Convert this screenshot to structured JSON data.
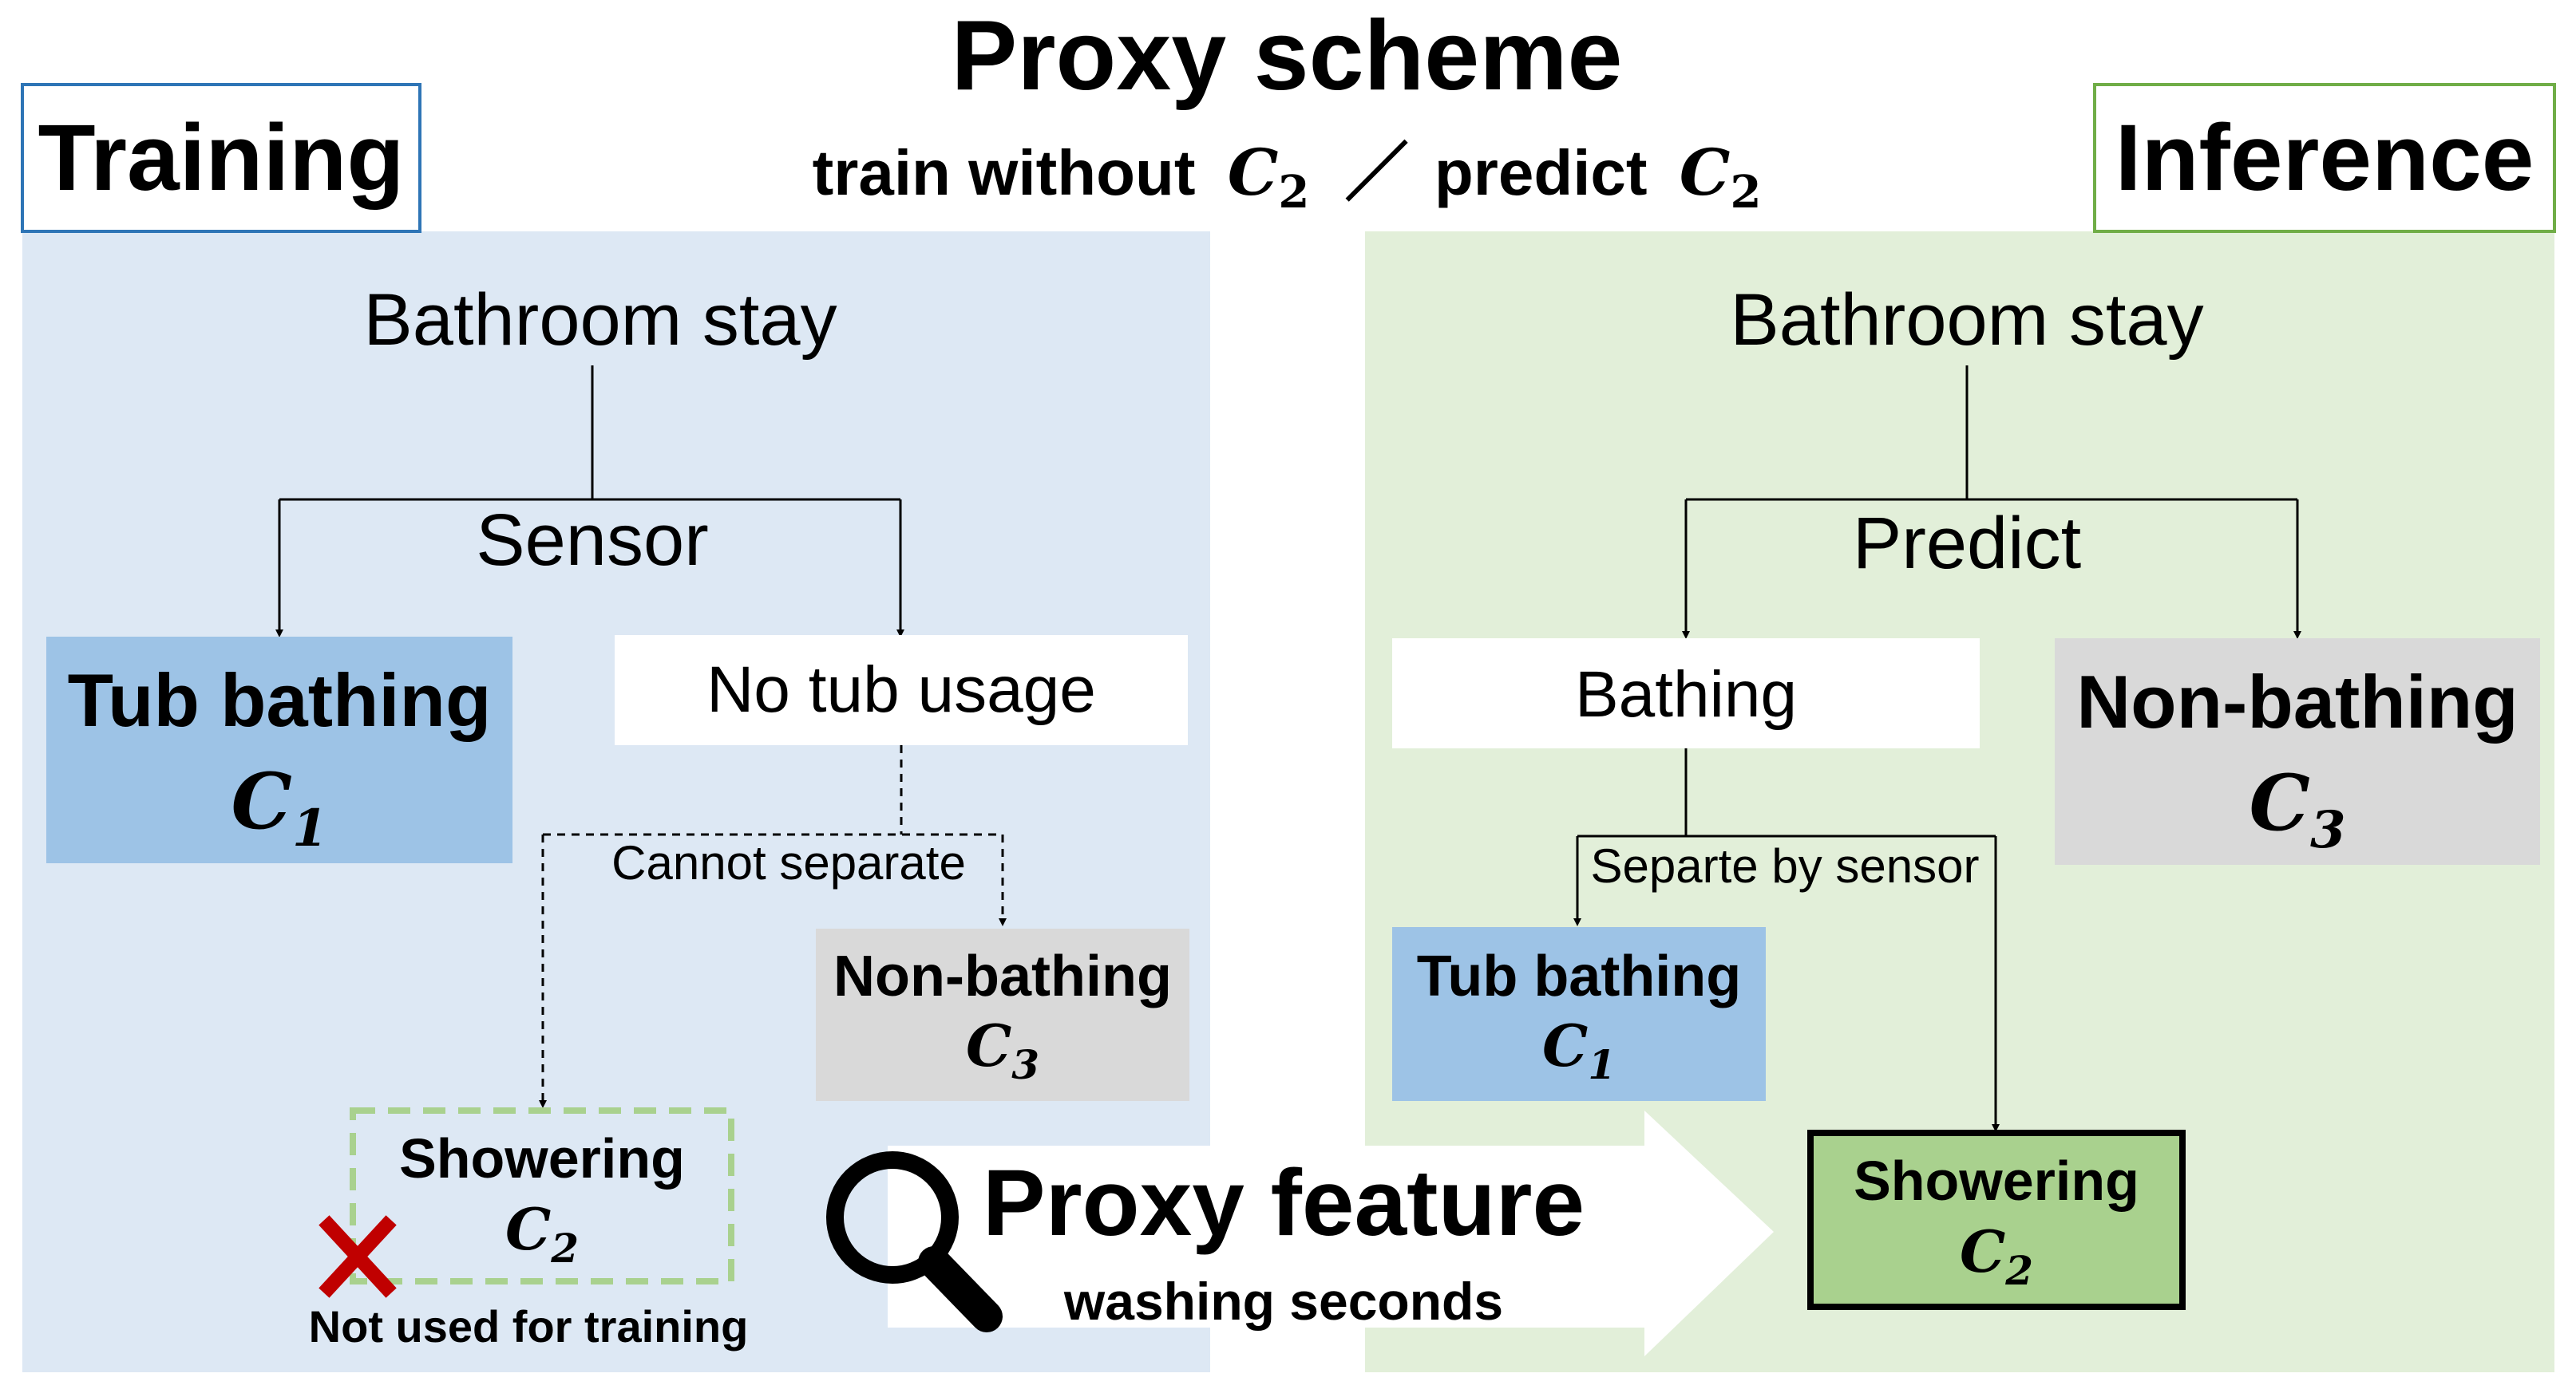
{
  "title": "Proxy scheme",
  "subtitle": {
    "left": "train without",
    "left_var": "C",
    "left_sub": "2",
    "separator": "／",
    "right": "predict",
    "right_var": "C",
    "right_sub": "2"
  },
  "training": {
    "label": "Training",
    "root": "Bathroom stay",
    "split_label": "Sensor",
    "tub": {
      "label": "Tub bathing",
      "var": "C",
      "sub": "1"
    },
    "no_tub": "No tub usage",
    "cannot_separate": "Cannot separate",
    "non_bathing": {
      "label": "Non-bathing",
      "var": "C",
      "sub": "3"
    },
    "showering": {
      "label": "Showering",
      "var": "C",
      "sub": "2"
    },
    "not_used": "Not used for training"
  },
  "inference": {
    "label": "Inference",
    "root": "Bathroom stay",
    "split_label": "Predict",
    "bathing": "Bathing",
    "non_bathing": {
      "label": "Non-bathing",
      "var": "C",
      "sub": "3"
    },
    "separate_label": "Separte by sensor",
    "tub": {
      "label": "Tub bathing",
      "var": "C",
      "sub": "1"
    },
    "showering": {
      "label": "Showering",
      "var": "C",
      "sub": "2"
    }
  },
  "proxy": {
    "title": "Proxy feature",
    "detail": "washing seconds",
    "icon": "magnifier-icon"
  },
  "colors": {
    "training_bg": "#dde8f4",
    "inference_bg": "#e2efd9",
    "training_border": "#2e75b6",
    "inference_border": "#70ad47",
    "tub_fill": "#9dc3e6",
    "gray_fill": "#d9d9d9",
    "shower_fill": "#a9d18e",
    "dashed_green": "#a9d18e",
    "cross_red": "#c00000"
  }
}
